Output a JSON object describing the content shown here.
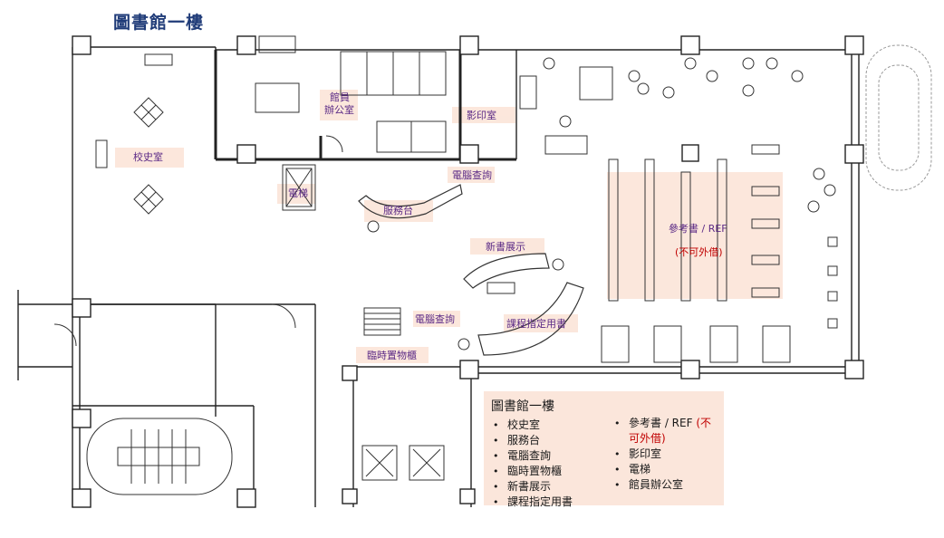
{
  "title": "圖書館一樓",
  "zones": {
    "school_history": "校史室",
    "service_desk": "服務台",
    "computer_search_1": "電腦查詢",
    "computer_search_2": "電腦查詢",
    "temp_storage": "臨時置物櫃",
    "new_books": "新書展示",
    "course_books": "課程指定用書",
    "reference": "參考書 / REF",
    "reference_note": "(不可外借)",
    "copy_room": "影印室",
    "elevator": "電梯",
    "staff_office_line1": "館員",
    "staff_office_line2": "辦公室"
  },
  "legend": {
    "title": "圖書館一樓",
    "left_items": [
      "校史室",
      "服務台",
      "電腦查詢",
      "臨時置物櫃",
      "新書展示",
      "課程指定用書"
    ],
    "right_items": [
      {
        "text": "參考書 / REF",
        "note": "(不可外借)"
      },
      {
        "text": "影印室"
      },
      {
        "text": "電梯"
      },
      {
        "text": "館員辦公室"
      }
    ]
  },
  "colors": {
    "zone_highlight": "#fbe3d6",
    "label_purple": "#5b2a86",
    "label_red": "#c00000",
    "title_blue": "#1f3b78",
    "wall": "#222222"
  }
}
